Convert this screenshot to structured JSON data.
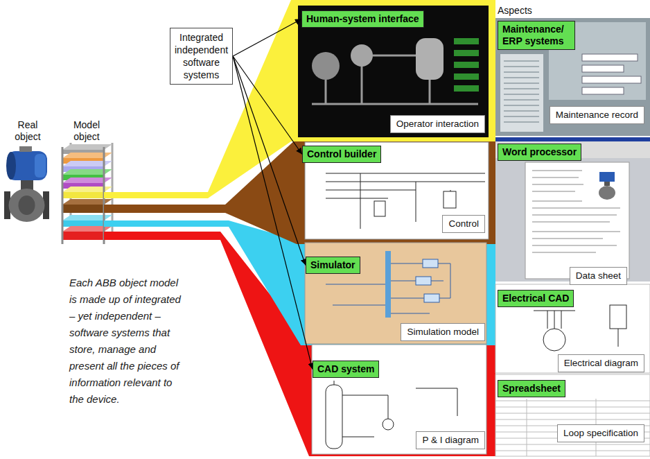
{
  "diagram": {
    "caption": "Each ABB object model is made up of integrated – yet independent – software systems that store, manage and present all the pieces of information relevant to the device.",
    "nodes": [
      {
        "text": [
          "Integrated independent software systems"
        ]
      },
      {
        "text": [
          "Human-system interface"
        ]
      },
      {
        "text": [
          "Operator interaction"
        ]
      },
      {
        "text": [
          "Maintenance/ ERP systems"
        ]
      },
      {
        "text": [
          "Maintenance record"
        ]
      },
      {
        "text": [
          "Control builder"
        ]
      },
      {
        "text": [
          "Control"
        ]
      },
      {
        "text": [
          "Word processor"
        ]
      },
      {
        "text": [
          "Data sheet"
        ]
      },
      {
        "text": [
          "Simulator"
        ]
      },
      {
        "text": [
          "Simulation model"
        ]
      },
      {
        "text": [
          "Electrical CAD"
        ]
      },
      {
        "text": [
          "Electrical diagram"
        ]
      },
      {
        "text": [
          "CAD system"
        ]
      },
      {
        "text": [
          "P & I diagram"
        ]
      },
      {
        "text": [
          "Spreadsheet"
        ]
      },
      {
        "text": [
          "Loop specification"
        ]
      }
    ],
    "edges": [
      {
        "from": 0,
        "to": 1,
        "arrow": "to"
      },
      {
        "from": 0,
        "to": 5,
        "arrow": "to"
      },
      {
        "from": 0,
        "to": 9,
        "arrow": "to"
      },
      {
        "from": 0,
        "to": 13,
        "arrow": "to"
      }
    ],
    "labels": [
      "Real object",
      "Model object",
      "Aspects"
    ]
  }
}
